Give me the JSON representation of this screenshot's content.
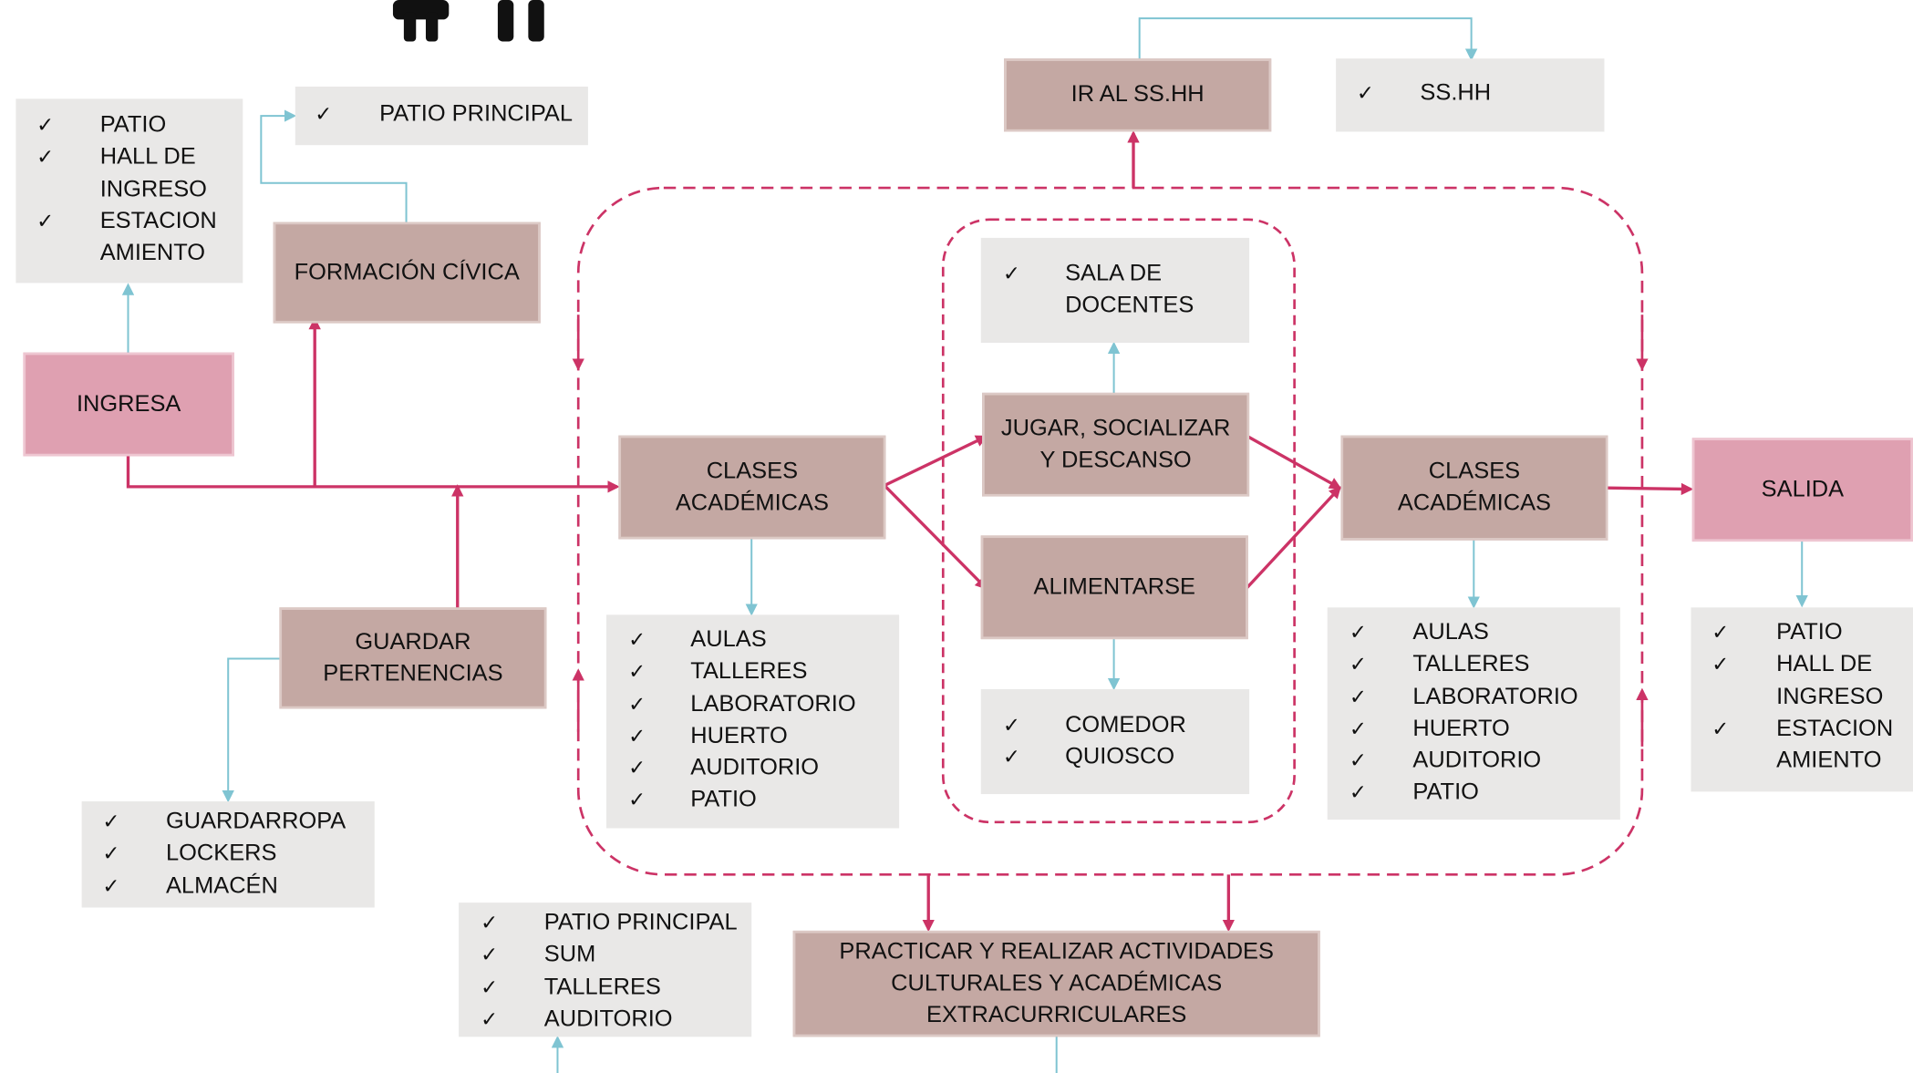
{
  "colors": {
    "activity": "#c4a8a3",
    "endpoint": "#dfa0b1",
    "location": "#e9e8e7",
    "flow_arrow": "#cc3366",
    "location_arrow": "#7fc4d2",
    "loop_dash": "#cc3366"
  },
  "icons": [
    "person-icon",
    "person-icon"
  ],
  "check_mark": "✓",
  "activities": {
    "ingresa": "INGRESA",
    "formacion": "FORMACIÓN CÍVICA",
    "guardar": [
      "GUARDAR",
      "PERTENENCIAS"
    ],
    "clases1": [
      "CLASES",
      "ACADÉMICAS"
    ],
    "jugar": [
      "JUGAR, SOCIALIZAR",
      "Y DESCANSO"
    ],
    "alimentarse": "ALIMENTARSE",
    "clases2": [
      "CLASES",
      "ACADÉMICAS"
    ],
    "salida": "SALIDA",
    "ir_sshh": "IR AL SS.HH",
    "practicar": [
      "PRACTICAR Y REALIZAR ACTIVIDADES",
      "CULTURALES Y ACADÉMICAS",
      "EXTRACURRICULARES"
    ]
  },
  "locations": {
    "ingreso": [
      "PATIO",
      "HALL DE INGRESO",
      "ESTACION AMIENTO"
    ],
    "patio_principal": [
      "PATIO PRINCIPAL"
    ],
    "sshh": [
      "SS.HH"
    ],
    "sala_docentes": [
      "SALA DE DOCENTES"
    ],
    "clases1": [
      "AULAS",
      "TALLERES",
      "LABORATORIO",
      "HUERTO",
      "AUDITORIO",
      "PATIO"
    ],
    "comedor": [
      "COMEDOR",
      "QUIOSCO"
    ],
    "clases2": [
      "AULAS",
      "TALLERES",
      "LABORATORIO",
      "HUERTO",
      "AUDITORIO",
      "PATIO"
    ],
    "salida": [
      "PATIO",
      "HALL DE INGRESO",
      "ESTACION AMIENTO"
    ],
    "guardar": [
      "GUARDARROPA",
      "LOCKERS",
      "ALMACÉN"
    ],
    "extracurricular": [
      "PATIO PRINCIPAL",
      "SUM",
      "TALLERES",
      "AUDITORIO"
    ]
  }
}
